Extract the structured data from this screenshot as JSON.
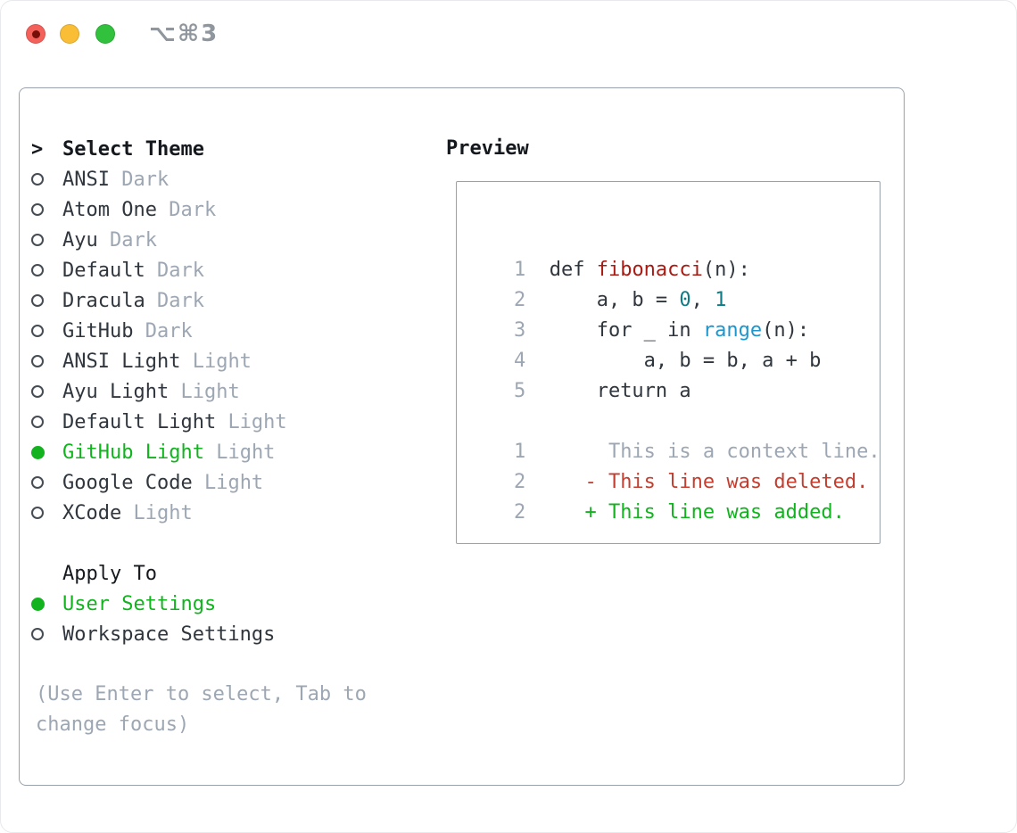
{
  "window": {
    "title": "⌥⌘3"
  },
  "theme_list": {
    "header_prefix": ">",
    "header": "Select Theme",
    "items": [
      {
        "name": "ANSI",
        "variant": "Dark",
        "selected": false
      },
      {
        "name": "Atom One",
        "variant": "Dark",
        "selected": false
      },
      {
        "name": "Ayu",
        "variant": "Dark",
        "selected": false
      },
      {
        "name": "Default",
        "variant": "Dark",
        "selected": false
      },
      {
        "name": "Dracula",
        "variant": "Dark",
        "selected": false
      },
      {
        "name": "GitHub",
        "variant": "Dark",
        "selected": false
      },
      {
        "name": "ANSI Light",
        "variant": "Light",
        "selected": false
      },
      {
        "name": "Ayu Light",
        "variant": "Light",
        "selected": false
      },
      {
        "name": "Default Light",
        "variant": "Light",
        "selected": false
      },
      {
        "name": "GitHub Light",
        "variant": "Light",
        "selected": true
      },
      {
        "name": "Google Code",
        "variant": "Light",
        "selected": false
      },
      {
        "name": "XCode",
        "variant": "Light",
        "selected": false
      }
    ]
  },
  "apply_to": {
    "header": "Apply To",
    "options": [
      {
        "label": "User Settings",
        "selected": true
      },
      {
        "label": "Workspace Settings",
        "selected": false
      }
    ]
  },
  "help_text": "(Use Enter to select, Tab to change focus)",
  "preview": {
    "header": "Preview",
    "code_lines": [
      {
        "num": "1",
        "segments": [
          {
            "text": "def ",
            "style": "plain"
          },
          {
            "text": "fibonacci",
            "style": "func"
          },
          {
            "text": "(n):",
            "style": "plain"
          }
        ]
      },
      {
        "num": "2",
        "segments": [
          {
            "text": "    a, b = ",
            "style": "plain"
          },
          {
            "text": "0",
            "style": "num"
          },
          {
            "text": ", ",
            "style": "plain"
          },
          {
            "text": "1",
            "style": "num"
          }
        ]
      },
      {
        "num": "3",
        "segments": [
          {
            "text": "    for _ in ",
            "style": "plain"
          },
          {
            "text": "range",
            "style": "builtin"
          },
          {
            "text": "(n):",
            "style": "plain"
          }
        ]
      },
      {
        "num": "4",
        "segments": [
          {
            "text": "        a, b = b, a + b",
            "style": "plain"
          }
        ]
      },
      {
        "num": "5",
        "segments": [
          {
            "text": "    return a",
            "style": "plain"
          }
        ]
      },
      {
        "num": "",
        "segments": []
      },
      {
        "num": "1",
        "segments": [
          {
            "text": "     This is a context line.",
            "style": "ctx"
          }
        ]
      },
      {
        "num": "2",
        "segments": [
          {
            "text": "   - This line was deleted.",
            "style": "del"
          }
        ]
      },
      {
        "num": "2",
        "segments": [
          {
            "text": "   + This line was added.",
            "style": "add"
          }
        ]
      }
    ]
  },
  "colors": {
    "text_dark": "#30363d",
    "heading_dark": "#15191e",
    "muted_gray": "#9da7b3",
    "accent_green": "#12b31f",
    "deleted_red": "#c43e30",
    "function_red": "#a81a12",
    "number_teal": "#0e7b85",
    "builtin_blue": "#2095cc",
    "border_gray": "#99a2ac",
    "titlebar_text": "#8f969d",
    "traffic_red": "#f4605a",
    "traffic_red_dot": "#750f08",
    "traffic_yellow": "#f9bd36",
    "traffic_green": "#32c13d"
  }
}
